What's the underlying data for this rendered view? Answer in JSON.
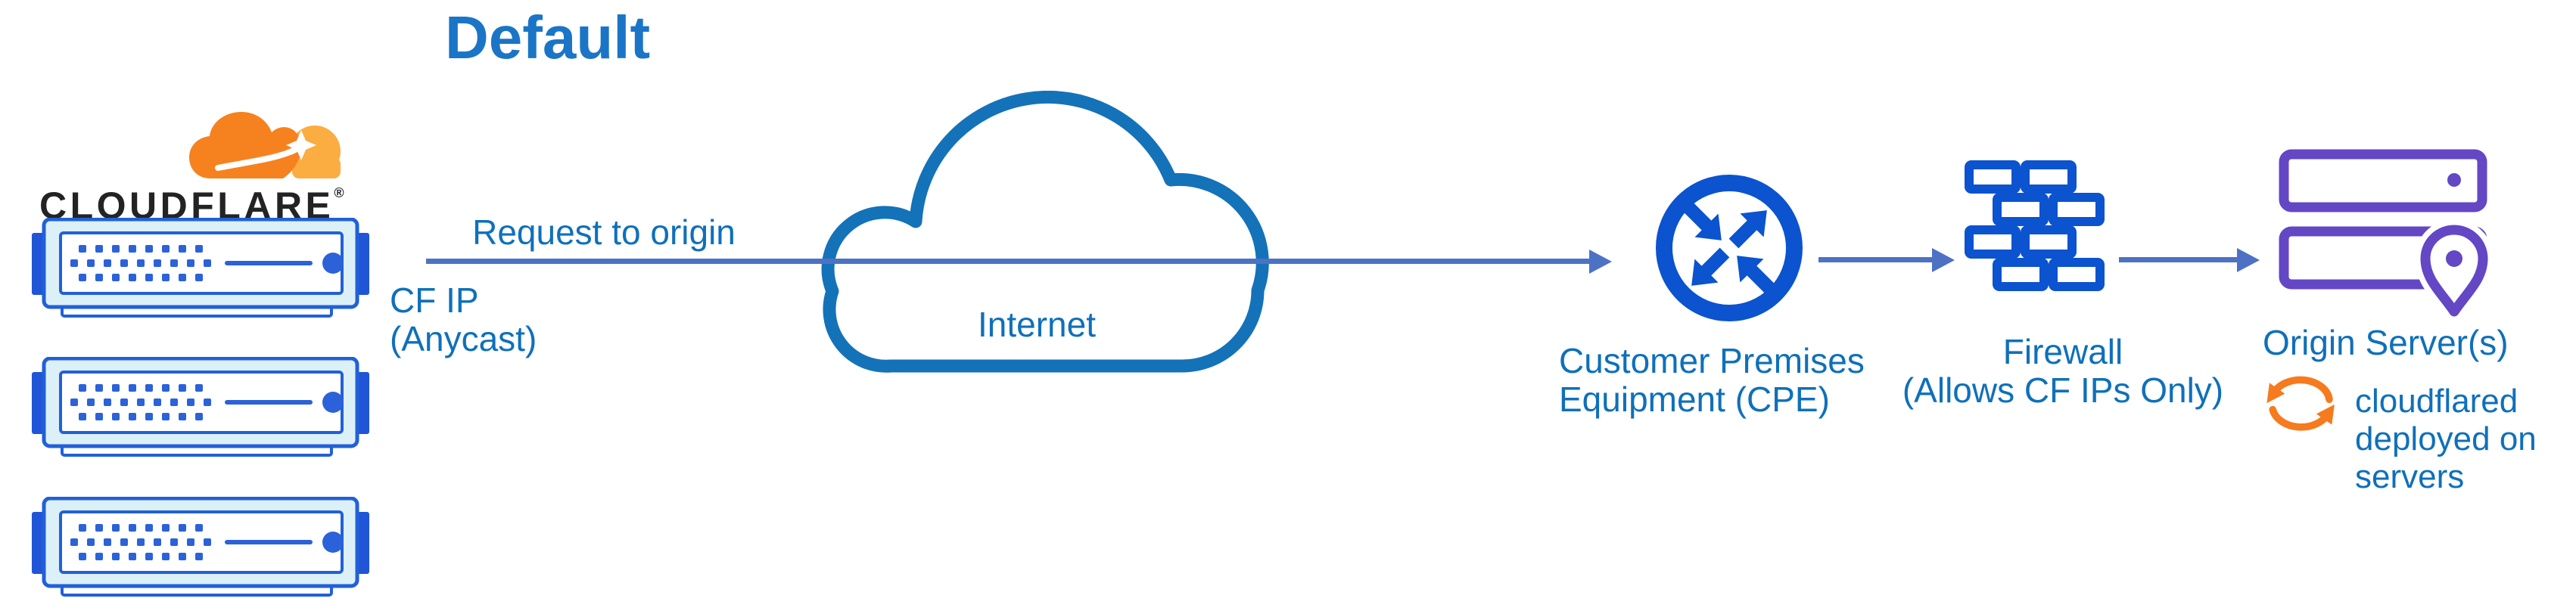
{
  "title": "Default",
  "cloudflare_node": {
    "wordmark": "CLOUDFLARE",
    "registered": "®"
  },
  "flow": {
    "request_label": "Request to origin",
    "cf_ip_line1": "CF IP",
    "cf_ip_line2": "(Anycast)",
    "internet_label": "Internet",
    "cpe_line1": "Customer Premises",
    "cpe_line2": "Equipment (CPE)",
    "firewall_line1": "Firewall",
    "firewall_line2": "(Allows CF IPs Only)",
    "origin_label": "Origin Server(s)",
    "cloudflared_note": "cloudflared deployed on servers"
  },
  "colors": {
    "title_blue": "#1b75c6",
    "label_blue": "#0f70ba",
    "arrow_blue": "#4d72c4",
    "icon_blue": "#0b53cf",
    "server_stroke_blue": "#2160d8",
    "server_fill_cyan": "#dcf0f8",
    "cloud_stroke_blue": "#1472b8",
    "origin_purple": "#6347c5",
    "cloudflare_orange": "#f6821f",
    "cloudflare_orange_light": "#fbad41",
    "sync_orange": "#f67a1e",
    "wordmark_black": "#232323"
  }
}
